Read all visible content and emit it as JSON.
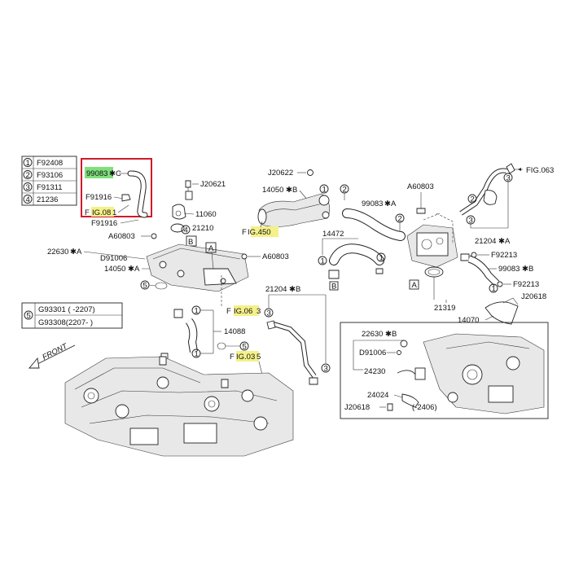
{
  "legend": {
    "rows": [
      {
        "num": "1",
        "code": "F92408"
      },
      {
        "num": "2",
        "code": "F93106"
      },
      {
        "num": "3",
        "code": "F91311"
      },
      {
        "num": "4",
        "code": "21236"
      }
    ],
    "note5": {
      "num": "5",
      "rows": [
        "G93301 ( -2207)",
        "G93308(2207- )"
      ]
    }
  },
  "labels": {
    "p99083c_a": "99083",
    "p99083c_b": "C",
    "f91916_1": "F91916",
    "fig08_pre": "F",
    "fig08_hl": "IG.08",
    "fig08_post": "1",
    "f91916_2": "F91916",
    "a60803_1": "A60803",
    "p22630a": "22630",
    "d91006_1": "D91006",
    "p14050a": "14050",
    "j20621": "J20621",
    "p11060": "11060",
    "p21210": "21210",
    "a60803_2": "A60803",
    "j20622": "J20622",
    "p14050b": "14050",
    "fig450_pre": "F",
    "fig450_hl": "IG.450",
    "p14472": "14472",
    "p99083a": "99083",
    "a60803_3": "A60803",
    "fig063_top": "FIG.063",
    "p21204a": "21204",
    "f92213_1": "F92213",
    "p99083b": "99083",
    "f92213_2": "F92213",
    "j20618_1": "J20618",
    "p14070": "14070",
    "p21319": "21319",
    "p21204b": "21204",
    "fig063_pre": "F",
    "fig063_hl": "IG.06",
    "fig063_post": "3",
    "p14088": "14088",
    "fig035_pre": "F",
    "fig035_hl": "IG.03",
    "fig035_post": "5",
    "p22630b": "22630",
    "d91006_2": "D91006",
    "p24230": "24230",
    "p24024": "24024",
    "j20618_2": "J20618",
    "note2406": "-2406",
    "front": "FRONT",
    "boxA1": "A",
    "boxA2": "A",
    "boxB": "B",
    "star_a": "✱A",
    "star_b": "✱B",
    "star_c": "✱C"
  },
  "colors": {
    "highlight_yellow": "#f4f08a",
    "highlight_green": "#7ee07a",
    "callout_red": "#d11a2a"
  }
}
